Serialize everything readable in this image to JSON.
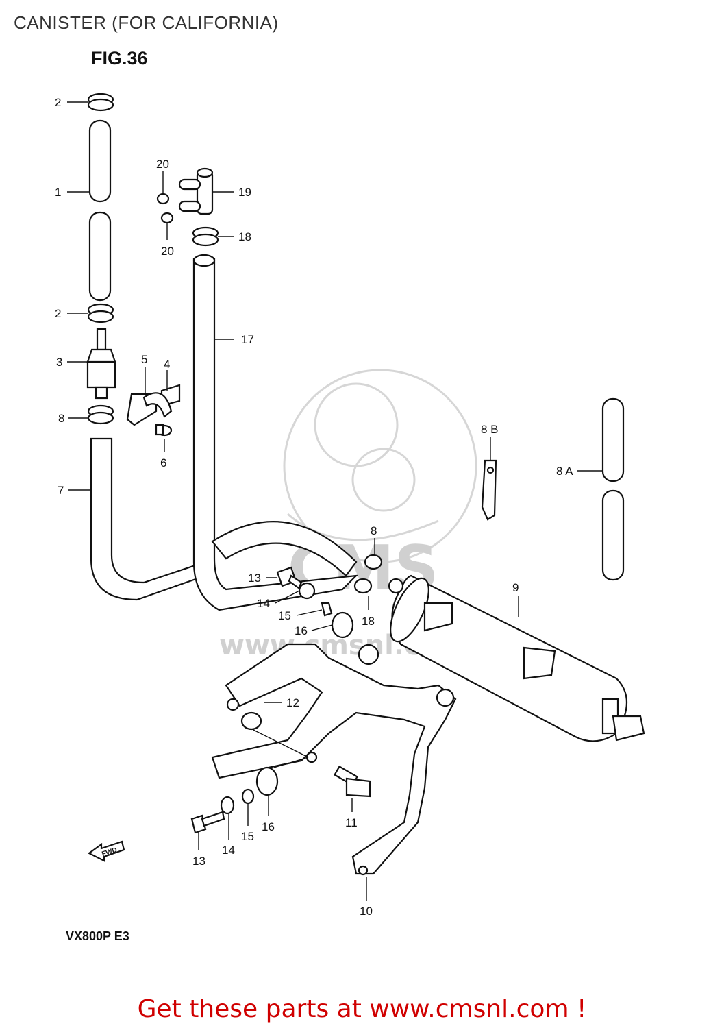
{
  "title": "CANISTER (FOR CALIFORNIA)",
  "figure": "FIG.36",
  "model_code": "VX800P E3",
  "watermark": {
    "text": "www.cmsnl.com",
    "logo": "CMS"
  },
  "fwd_arrow_label": "FWD",
  "footer": {
    "text": "Get these parts at www.cmsnl.com !",
    "color": "#d00000"
  },
  "callouts": {
    "c2a": "2",
    "c1": "1",
    "c2b": "2",
    "c3": "3",
    "c8a": "8",
    "c7": "7",
    "c5": "5",
    "c4": "4",
    "c6": "6",
    "c20a": "20",
    "c19": "19",
    "c20b": "20",
    "c18a": "18",
    "c17": "17",
    "c8b_label": "8 B",
    "c8a_label": "8 A",
    "c8c": "8",
    "c13a": "13",
    "c14a": "14",
    "c15a": "15",
    "c16a": "16",
    "c18b": "18",
    "c9": "9",
    "c12": "12",
    "c11": "11",
    "c16b": "16",
    "c15b": "15",
    "c14b": "14",
    "c13b": "13",
    "c10": "10"
  }
}
